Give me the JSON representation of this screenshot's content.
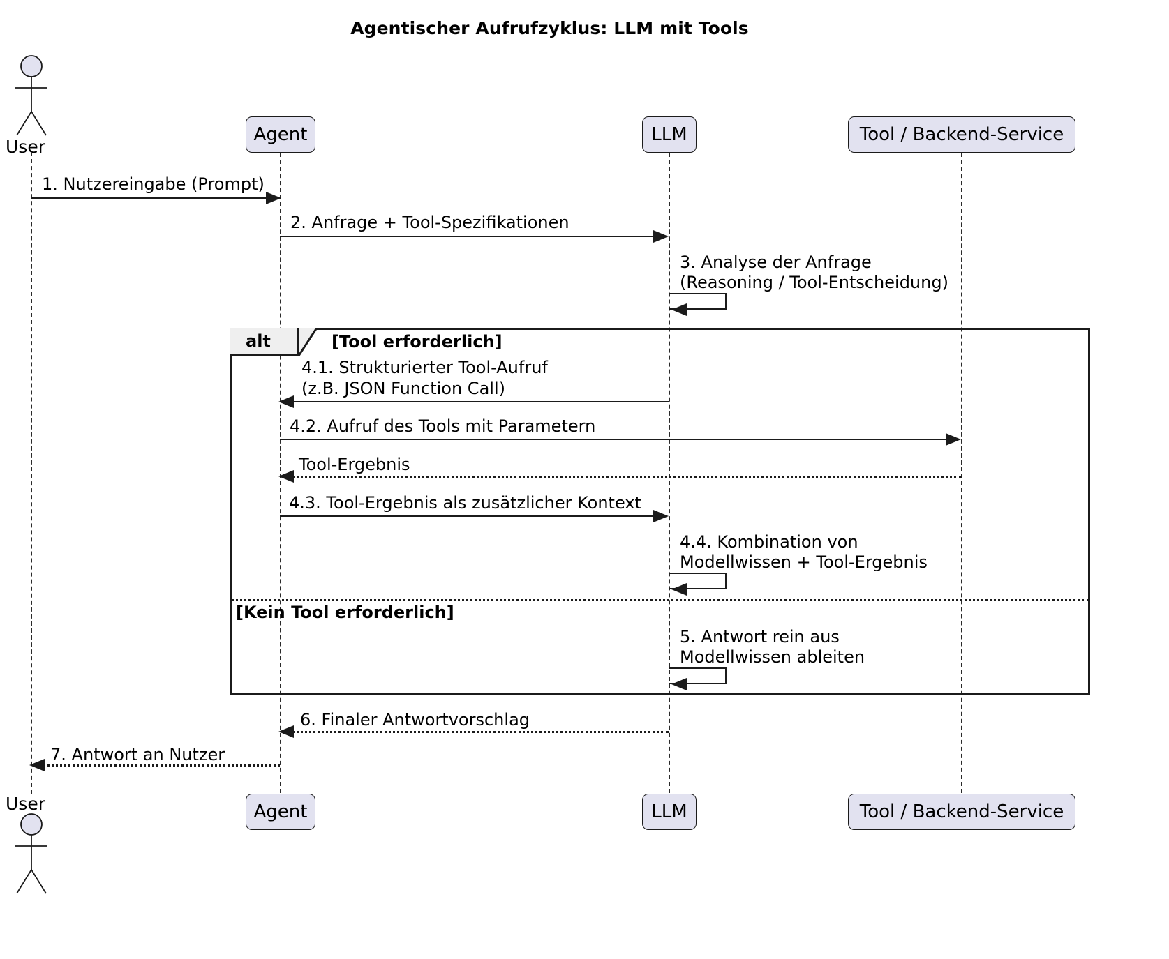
{
  "diagram": {
    "type": "uml-sequence-diagram",
    "title": "Agentischer Aufrufzyklus: LLM mit Tools",
    "colors": {
      "participant_fill": "#e2e2f0",
      "participant_stroke": "#1b1b1b",
      "fragment_tab_fill": "#efefef",
      "line": "#1b1b1b",
      "background": "#ffffff"
    }
  },
  "participants": [
    {
      "id": "user",
      "label": "User",
      "kind": "actor"
    },
    {
      "id": "agent",
      "label": "Agent",
      "kind": "object"
    },
    {
      "id": "llm",
      "label": "LLM",
      "kind": "object"
    },
    {
      "id": "tool",
      "label": "Tool / Backend-Service",
      "kind": "object"
    }
  ],
  "participants_bottom": [
    {
      "id": "user",
      "label": "User",
      "kind": "actor"
    },
    {
      "id": "agent",
      "label": "Agent",
      "kind": "object"
    },
    {
      "id": "llm",
      "label": "LLM",
      "kind": "object"
    },
    {
      "id": "tool",
      "label": "Tool / Backend-Service",
      "kind": "object"
    }
  ],
  "messages": [
    {
      "id": "m1",
      "label": "1. Nutzereingabe (Prompt)",
      "from": "user",
      "to": "agent",
      "style": "solid",
      "direction": "right",
      "kind": "call"
    },
    {
      "id": "m2",
      "label": "2. Anfrage + Tool-Spezifikationen",
      "from": "agent",
      "to": "llm",
      "style": "solid",
      "direction": "right",
      "kind": "call"
    },
    {
      "id": "m3",
      "label_line1": "3. Analyse der Anfrage",
      "label_line2": "(Reasoning / Tool-Entscheidung)",
      "from": "llm",
      "to": "llm",
      "style": "solid",
      "direction": "self",
      "kind": "self-call"
    },
    {
      "id": "m41",
      "label_line1": "4.1. Strukturierter Tool-Aufruf",
      "label_line2": "(z.B. JSON Function Call)",
      "from": "llm",
      "to": "agent",
      "style": "solid",
      "direction": "left",
      "kind": "call"
    },
    {
      "id": "m42",
      "label": "4.2. Aufruf des Tools mit Parametern",
      "from": "agent",
      "to": "tool",
      "style": "solid",
      "direction": "right",
      "kind": "call"
    },
    {
      "id": "m43r",
      "label": "Tool-Ergebnis",
      "from": "tool",
      "to": "agent",
      "style": "dotted",
      "direction": "left",
      "kind": "return"
    },
    {
      "id": "m43",
      "label": "4.3. Tool-Ergebnis als zusätzlicher Kontext",
      "from": "agent",
      "to": "llm",
      "style": "solid",
      "direction": "right",
      "kind": "call"
    },
    {
      "id": "m44",
      "label_line1": "4.4. Kombination von",
      "label_line2": "Modellwissen + Tool-Ergebnis",
      "from": "llm",
      "to": "llm",
      "style": "solid",
      "direction": "self",
      "kind": "self-call"
    },
    {
      "id": "m5",
      "label_line1": "5. Antwort rein aus",
      "label_line2": "Modellwissen ableiten",
      "from": "llm",
      "to": "llm",
      "style": "solid",
      "direction": "self",
      "kind": "self-call"
    },
    {
      "id": "m6",
      "label": "6. Finaler Antwortvorschlag",
      "from": "llm",
      "to": "agent",
      "style": "dotted",
      "direction": "left",
      "kind": "return"
    },
    {
      "id": "m7",
      "label": "7. Antwort an Nutzer",
      "from": "agent",
      "to": "user",
      "style": "dotted",
      "direction": "left",
      "kind": "return"
    }
  ],
  "fragment": {
    "operator": "alt",
    "guard_first": "[Tool erforderlich]",
    "guard_second": "[Kein Tool erforderlich]"
  }
}
